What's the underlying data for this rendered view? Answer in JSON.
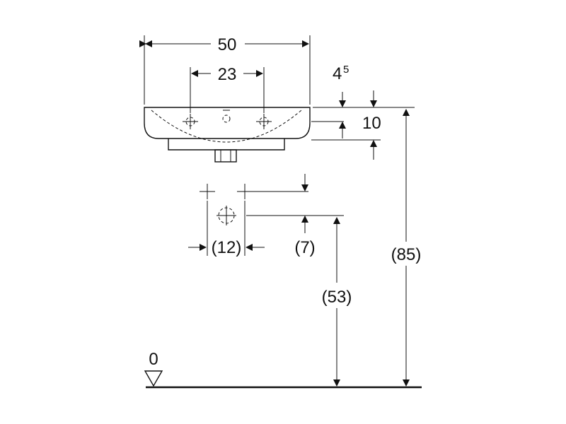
{
  "dimensions": {
    "width": "50",
    "tap_hole_spacing": "23",
    "rim_thickness_base": "4",
    "rim_thickness_sup": "5",
    "basin_depth": "10",
    "supply_spacing": "(12)",
    "supply_offset": "(7)",
    "waste_height": "(53)",
    "rim_height": "(85)",
    "floor_level": "0"
  }
}
